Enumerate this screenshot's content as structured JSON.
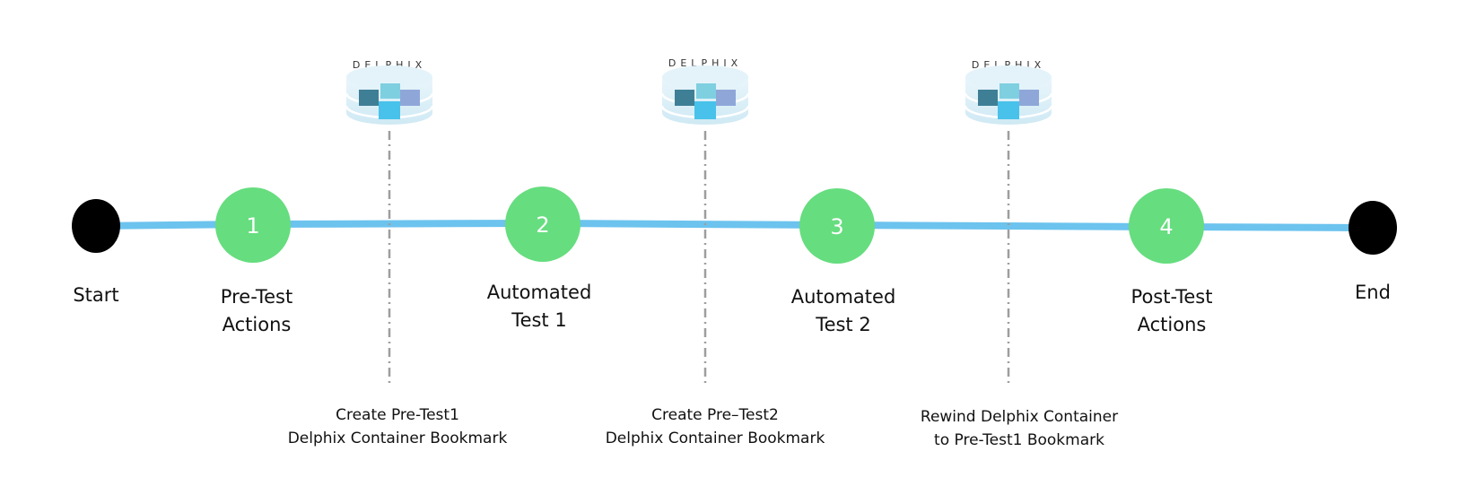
{
  "colors": {
    "timeline": "#6cc3ee",
    "step_fill": "#66dd7f",
    "endpoint_fill": "#000000",
    "divider": "#9e9e9e"
  },
  "timeline": {
    "start": {
      "label": "Start"
    },
    "end": {
      "label": "End"
    },
    "steps": [
      {
        "number": "1",
        "label": "Pre-Test\nActions"
      },
      {
        "number": "2",
        "label": "Automated\nTest 1"
      },
      {
        "number": "3",
        "label": "Automated\nTest 2"
      },
      {
        "number": "4",
        "label": "Post-Test\nActions"
      }
    ]
  },
  "checkpoints": [
    {
      "brand": "DELPHIX",
      "icon": "delphix-database-icon",
      "caption": "Create Pre-Test1\nDelphix Container Bookmark"
    },
    {
      "brand": "DELPHIX",
      "icon": "delphix-database-icon",
      "caption": "Create Pre–Test2\nDelphix Container Bookmark"
    },
    {
      "brand": "DELPHIX",
      "icon": "delphix-database-icon",
      "caption": "Rewind Delphix Container\nto Pre-Test1 Bookmark"
    }
  ]
}
